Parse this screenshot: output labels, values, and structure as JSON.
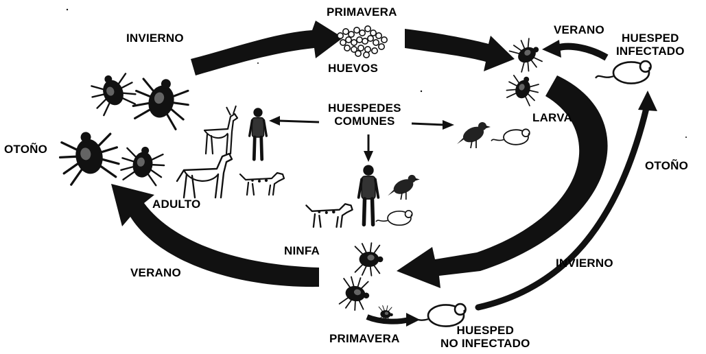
{
  "labels": {
    "primavera_top": "PRIMAVERA",
    "huevos": "HUEVOS",
    "invierno_left": "INVIERNO",
    "verano_top_right": "VERANO",
    "huesped_infectado": "HUESPED\nINFECTADO",
    "larva": "LARVA",
    "otono_left": "OTOÑO",
    "otono_right": "OTOÑO",
    "adulto": "ADULTO",
    "huespedes_comunes": "HUESPEDES\nCOMUNES",
    "verano_left": "VERANO",
    "ninfa": "NINFA",
    "invierno_right": "INVIERNO",
    "primavera_bottom": "PRIMAVERA",
    "huesped_no_infectado": "HUESPED\nNO INFECTADO"
  },
  "icons": [
    "tick-icon",
    "egg-cluster-icon",
    "deer-icon",
    "horse-icon",
    "dog-icon",
    "person-icon",
    "bird-icon",
    "mouse-icon"
  ],
  "colors": {
    "ink": "#000000",
    "background": "#ffffff"
  }
}
